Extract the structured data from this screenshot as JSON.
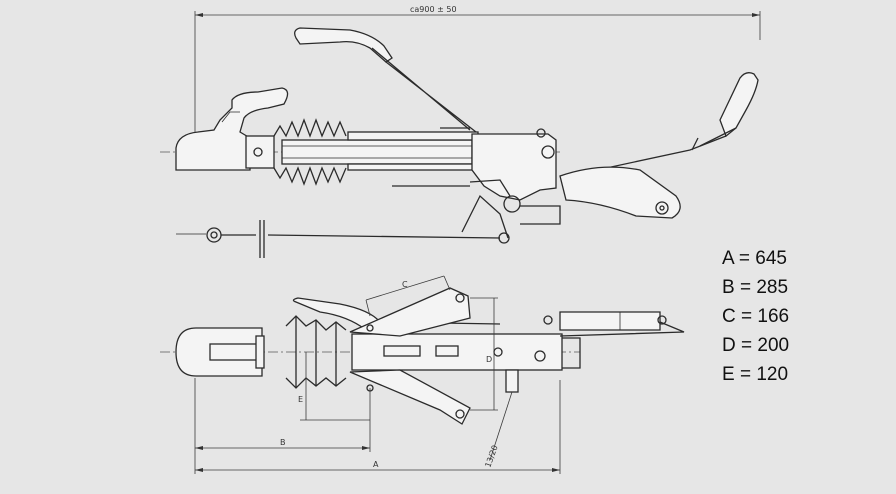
{
  "top_view": {
    "overall_dimension": "ca900 ± 50"
  },
  "bottom_view": {
    "dimension_labels": {
      "A": "A",
      "B": "B",
      "C": "C",
      "D": "D",
      "E": "E",
      "bolt": "13/20"
    }
  },
  "legend": {
    "items": [
      {
        "text": "A = 645"
      },
      {
        "text": "B = 285"
      },
      {
        "text": "C = 166"
      },
      {
        "text": "D = 200"
      },
      {
        "text": "E = 120"
      }
    ]
  }
}
